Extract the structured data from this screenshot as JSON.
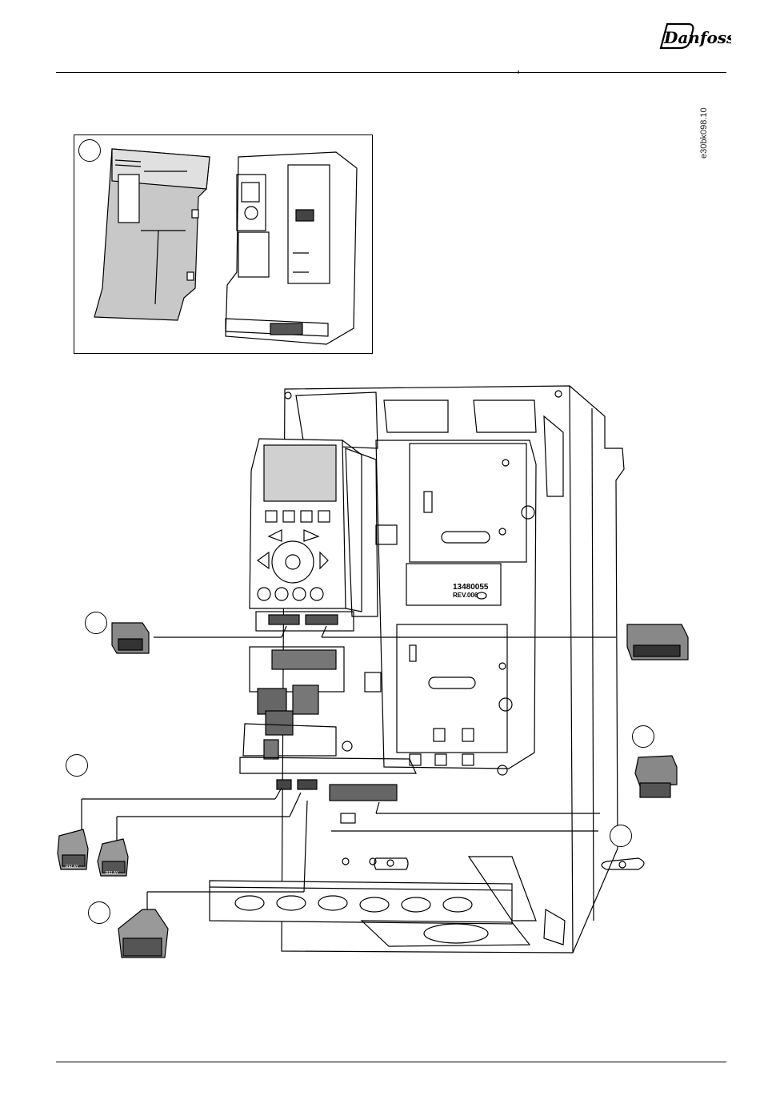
{
  "header": {
    "brand": "Danfoss"
  },
  "figure": {
    "code": "e30bk098.10",
    "part_label": "13480055",
    "part_rev": "REV.006",
    "relay_label": "RELAY"
  },
  "footer": {
    "page_number": ""
  }
}
